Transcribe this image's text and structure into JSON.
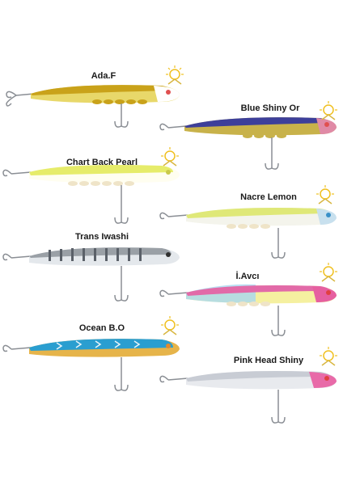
{
  "lures": [
    {
      "label": "Ada.F",
      "colors": {
        "back": "#c9a21a",
        "belly": "#e8d86a",
        "head": "#ffffff",
        "eye": "#e05050"
      },
      "badge": true
    },
    {
      "label": "Blue Shiny Or",
      "colors": {
        "back": "#3d3f9a",
        "belly": "#c8b24a",
        "head": "#e08aa6",
        "eye": "#e05050"
      },
      "badge": true
    },
    {
      "label": "Chart Back Pearl",
      "colors": {
        "back": "#e6ec6a",
        "belly": "#fffef0",
        "head": "#eef27a",
        "eye": "#c9c94a"
      },
      "badge": true
    },
    {
      "label": "Nacre Lemon",
      "colors": {
        "back": "#dfe878",
        "belly": "#f4f4ec",
        "head": "#c8e0ee",
        "eye": "#3a90c8"
      },
      "badge": true
    },
    {
      "label": "Trans Iwashi",
      "colors": {
        "back": "#9aa0a6",
        "belly": "#e4e8ec",
        "head": "#c6cace",
        "eye": "#303030"
      },
      "badge": false
    },
    {
      "label": "İ.Avcı",
      "colors": {
        "back": "#e26aa8",
        "belly": "#f5f0a0",
        "head": "#e65fa0",
        "eye": "#e04040"
      },
      "badge": true
    },
    {
      "label": "Ocean B.O",
      "colors": {
        "back": "#2a9ed0",
        "belly": "#e6b44a",
        "head": "#3aa6d4",
        "eye": "#e08a30"
      },
      "badge": true
    },
    {
      "label": "Pink Head Shiny",
      "colors": {
        "back": "#c8ccd4",
        "belly": "#e8eaee",
        "head": "#e86aa8",
        "eye": "#e04040"
      },
      "badge": true
    }
  ],
  "badge_colors": {
    "sun": "#f0c020",
    "ring": "#d8b640"
  }
}
